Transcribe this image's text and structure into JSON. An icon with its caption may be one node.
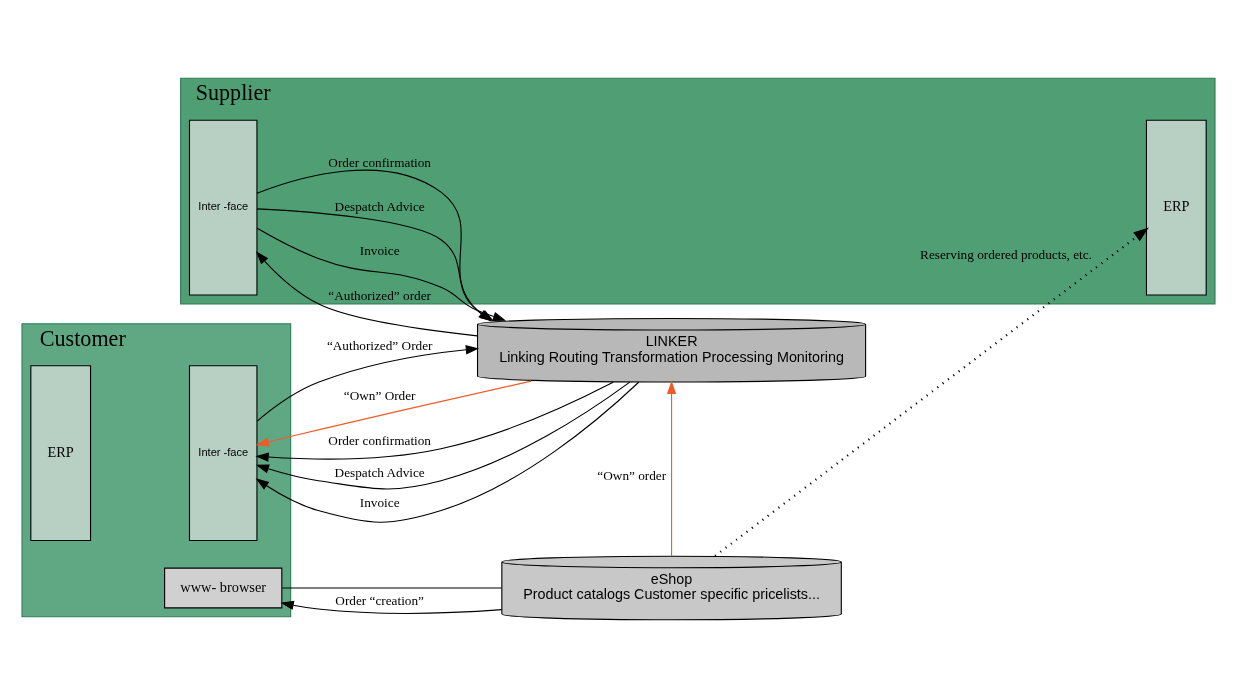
{
  "diagram": {
    "nodes": [
      {
        "text": [
          "Customer"
        ]
      },
      {
        "text": [
          "Supplier"
        ]
      },
      {
        "text": [
          "www- browser"
        ],
        "in": 0
      },
      {
        "text": [
          "eShop",
          "Product catalogs Customer specific pricelists..."
        ]
      },
      {
        "text": [
          "LINKER",
          "Linking Routing Transformation Processing Monitoring"
        ]
      },
      {
        "text": [
          "ERP"
        ],
        "in": 0
      },
      {
        "text": [
          "Inter -face"
        ],
        "in": 0
      },
      {
        "text": [
          "Inter -face"
        ],
        "in": 1
      },
      {
        "text": [
          "ERP"
        ],
        "in": 1
      }
    ],
    "edges": [
      {
        "from": 2,
        "to": 3,
        "arrow": "none"
      },
      {
        "from": 3,
        "to": 2,
        "arrow": "to",
        "label": "Order “creation”"
      },
      {
        "from": 3,
        "to": 4,
        "arrow": "to",
        "label": "“Own” order",
        "color": "#f05a28"
      },
      {
        "from": 3,
        "to": 8,
        "arrow": "to",
        "label": "Reserving ordered products, etc.",
        "style": "dashed"
      },
      {
        "from": 4,
        "to": 6,
        "arrow": "to",
        "label": "“Own” Order",
        "color": "#f05a28"
      },
      {
        "from": 6,
        "to": 4,
        "arrow": "to",
        "label": "“Authorized” Order"
      },
      {
        "from": 4,
        "to": 6,
        "arrow": "to",
        "label": "Order confirmation"
      },
      {
        "from": 4,
        "to": 6,
        "arrow": "to",
        "label": "Despatch Advice"
      },
      {
        "from": 4,
        "to": 6,
        "arrow": "to",
        "label": "Invoice"
      },
      {
        "from": 4,
        "to": 7,
        "arrow": "to",
        "label": "“Authorized” order"
      },
      {
        "from": 7,
        "to": 4,
        "arrow": "to",
        "label": "Order confirmation"
      },
      {
        "from": 7,
        "to": 4,
        "arrow": "to",
        "label": "Despatch Advice"
      },
      {
        "from": 7,
        "to": 4,
        "arrow": "to",
        "label": "Invoice"
      }
    ]
  }
}
